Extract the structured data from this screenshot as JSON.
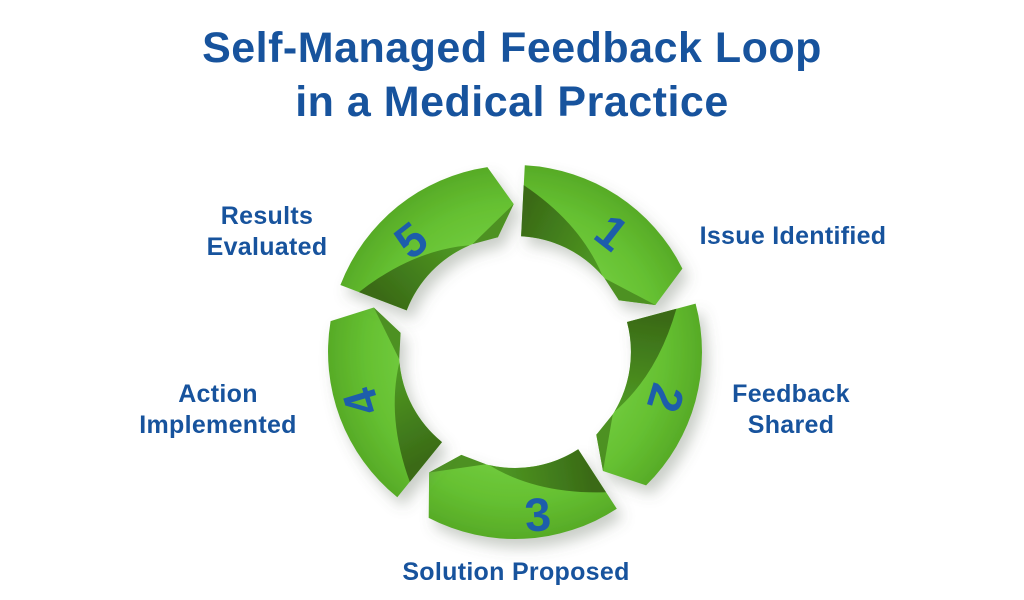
{
  "title": {
    "line1": "Self-Managed Feedback Loop",
    "line2": "in a Medical Practice"
  },
  "chart_data": {
    "type": "cycle-diagram",
    "title": "Self-Managed Feedback Loop in a Medical Practice",
    "flow": "clockwise",
    "start_position": "top-right",
    "steps": [
      {
        "number": "1",
        "label": "Issue Identified"
      },
      {
        "number": "2",
        "label": "Feedback Shared"
      },
      {
        "number": "3",
        "label": "Solution Proposed"
      },
      {
        "number": "4",
        "label": "Action Implemented"
      },
      {
        "number": "5",
        "label": "Results Evaluated"
      }
    ],
    "colors": {
      "background": "#ffffff",
      "band_inner": "#70ca3d",
      "band_mid": "#65c031",
      "band_outer": "#57ab27",
      "shade_deep": "#3a6b17",
      "shade_end": "#52a024",
      "tip_facet": "#4d9122",
      "number_blue": "#1d5dab",
      "text_blue": "#17539d",
      "shadow": "#5a6a55"
    }
  }
}
